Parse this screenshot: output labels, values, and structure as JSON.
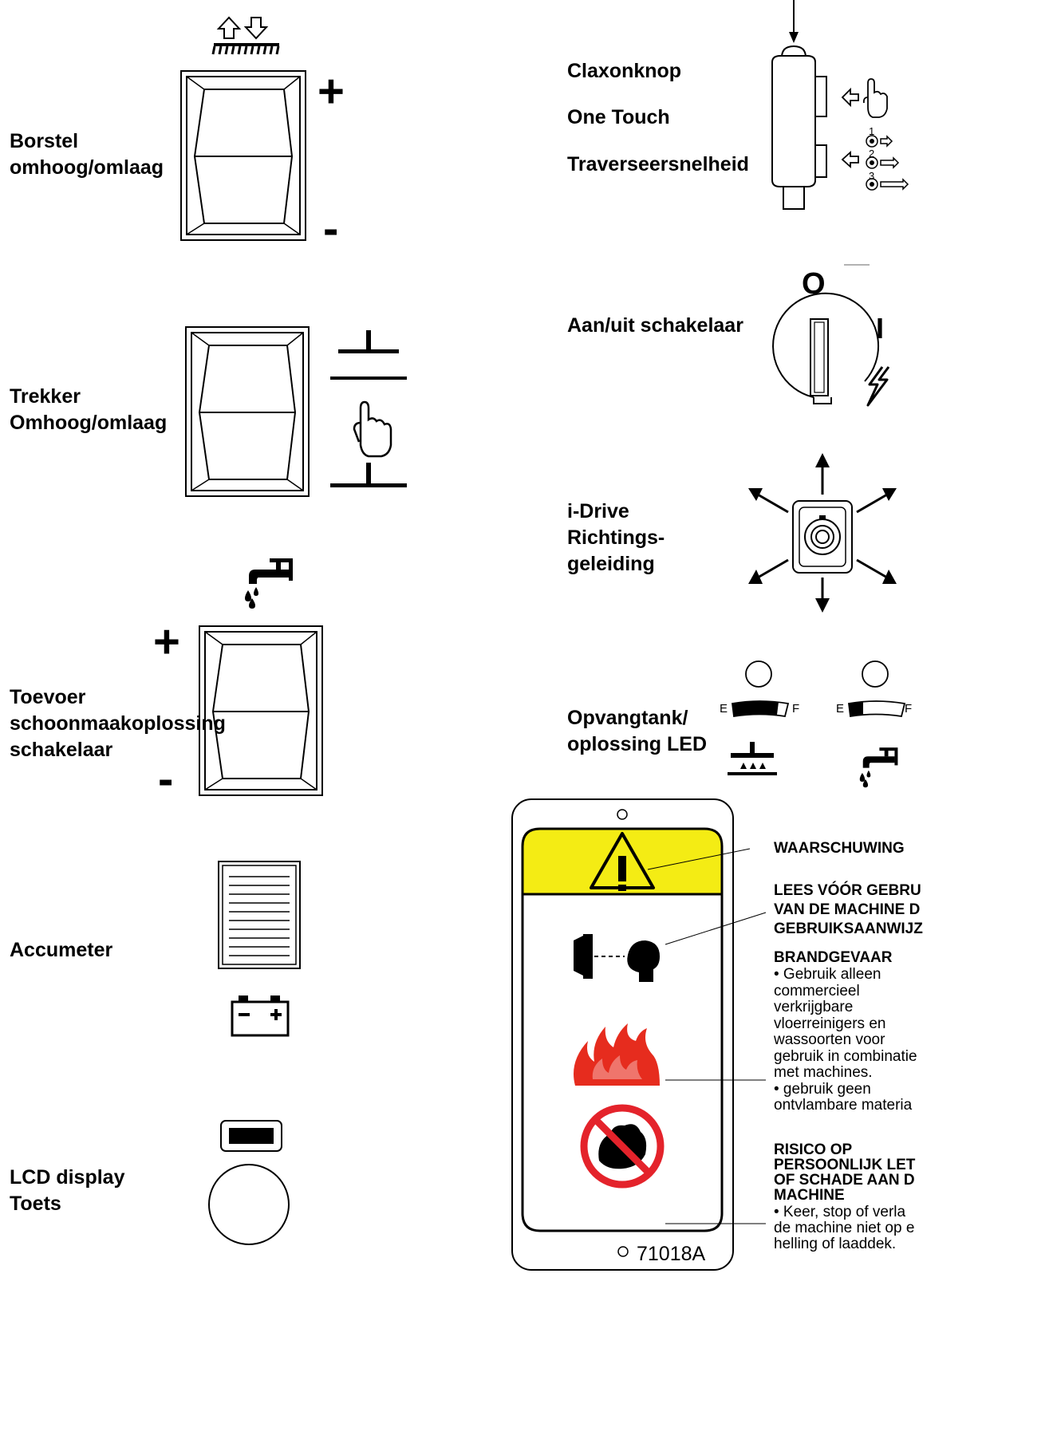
{
  "left_controls": {
    "brush_label": "Borstel\nomhoog/omlaag",
    "squeegee_label": "Trekker\nOmhoog/omlaag",
    "solution_label": "Toevoer\nschoonmaakoplossing\nschakelaar",
    "accumeter_label": "Accumeter",
    "lcd_label": "LCD display\nToets",
    "plus_sign": "+",
    "minus_sign": "-"
  },
  "right_controls": {
    "horn_label": "Claxonknop",
    "one_touch_label": "One Touch",
    "travel_speed_label": "Traverseersnelheid",
    "speed_numbers": [
      "1",
      "2",
      "3"
    ],
    "power_label": "Aan/uit schakelaar",
    "power_off_symbol": "O",
    "power_on_symbol": "I",
    "idrive_label": "i-Drive\nRichtings-\ngeleiding",
    "tank_led_label": "Opvangtank/\noplossing LED",
    "gauge_empty": "E",
    "gauge_full": "F"
  },
  "decal": {
    "part_number": "71018A",
    "warning_title": "WAARSCHUWING",
    "read_manual": "LEES VÓÓR GEBRU\nVAN DE MACHINE D\nGEBRUIKSAANWIJZ",
    "fire_title": "BRANDGEVAAR",
    "fire_text": "• Gebruik alleen\ncommercieel\nverkrijgbare\nvloerreinigers  en\nwassoorten  voor\ngebruik in combinatie\nmet machines.\n• gebruik geen\nontvlambare materia",
    "injury_title": "RISICO OP\nPERSOONLIJK LET\nOF SCHADE AAN D\nMACHINE",
    "injury_text": "• Keer, stop of verla\nde machine niet op e\nhelling of laaddek.",
    "colors": {
      "warning_yellow": "#f4ec14",
      "fire_red": "#e62c1e",
      "prohibition_red": "#e4232b"
    }
  }
}
